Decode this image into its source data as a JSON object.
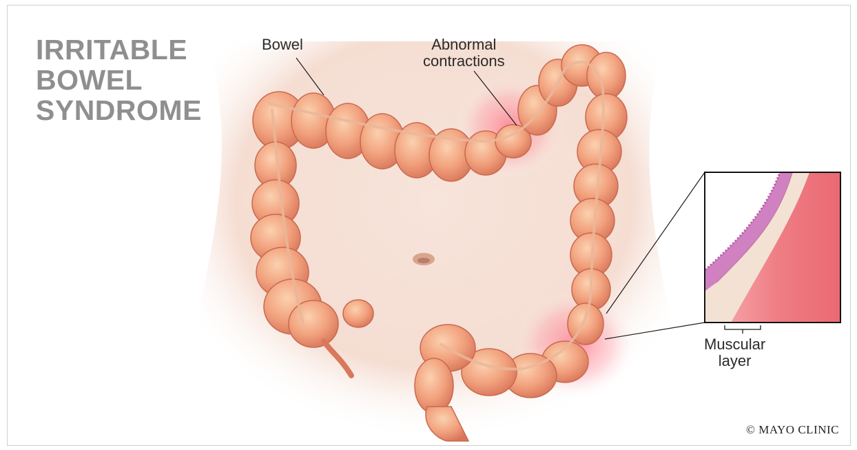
{
  "title": {
    "line1": "IRRITABLE",
    "line2": "BOWEL",
    "line3": "SYNDROME"
  },
  "labels": {
    "bowel": "Bowel",
    "abnormal_line1": "Abnormal",
    "abnormal_line2": "contractions",
    "muscular_line1": "Muscular",
    "muscular_line2": "layer"
  },
  "copyright": "© MAYO CLINIC",
  "colors": {
    "title": "#8f8f8f",
    "bowel": "#f0a080",
    "bowel_shadow": "#d97a5e",
    "skin": "#f7e6dd",
    "inflammation": "#ff8a9a",
    "mucosa": "#c46fb0",
    "muscle": "#f07c82"
  }
}
